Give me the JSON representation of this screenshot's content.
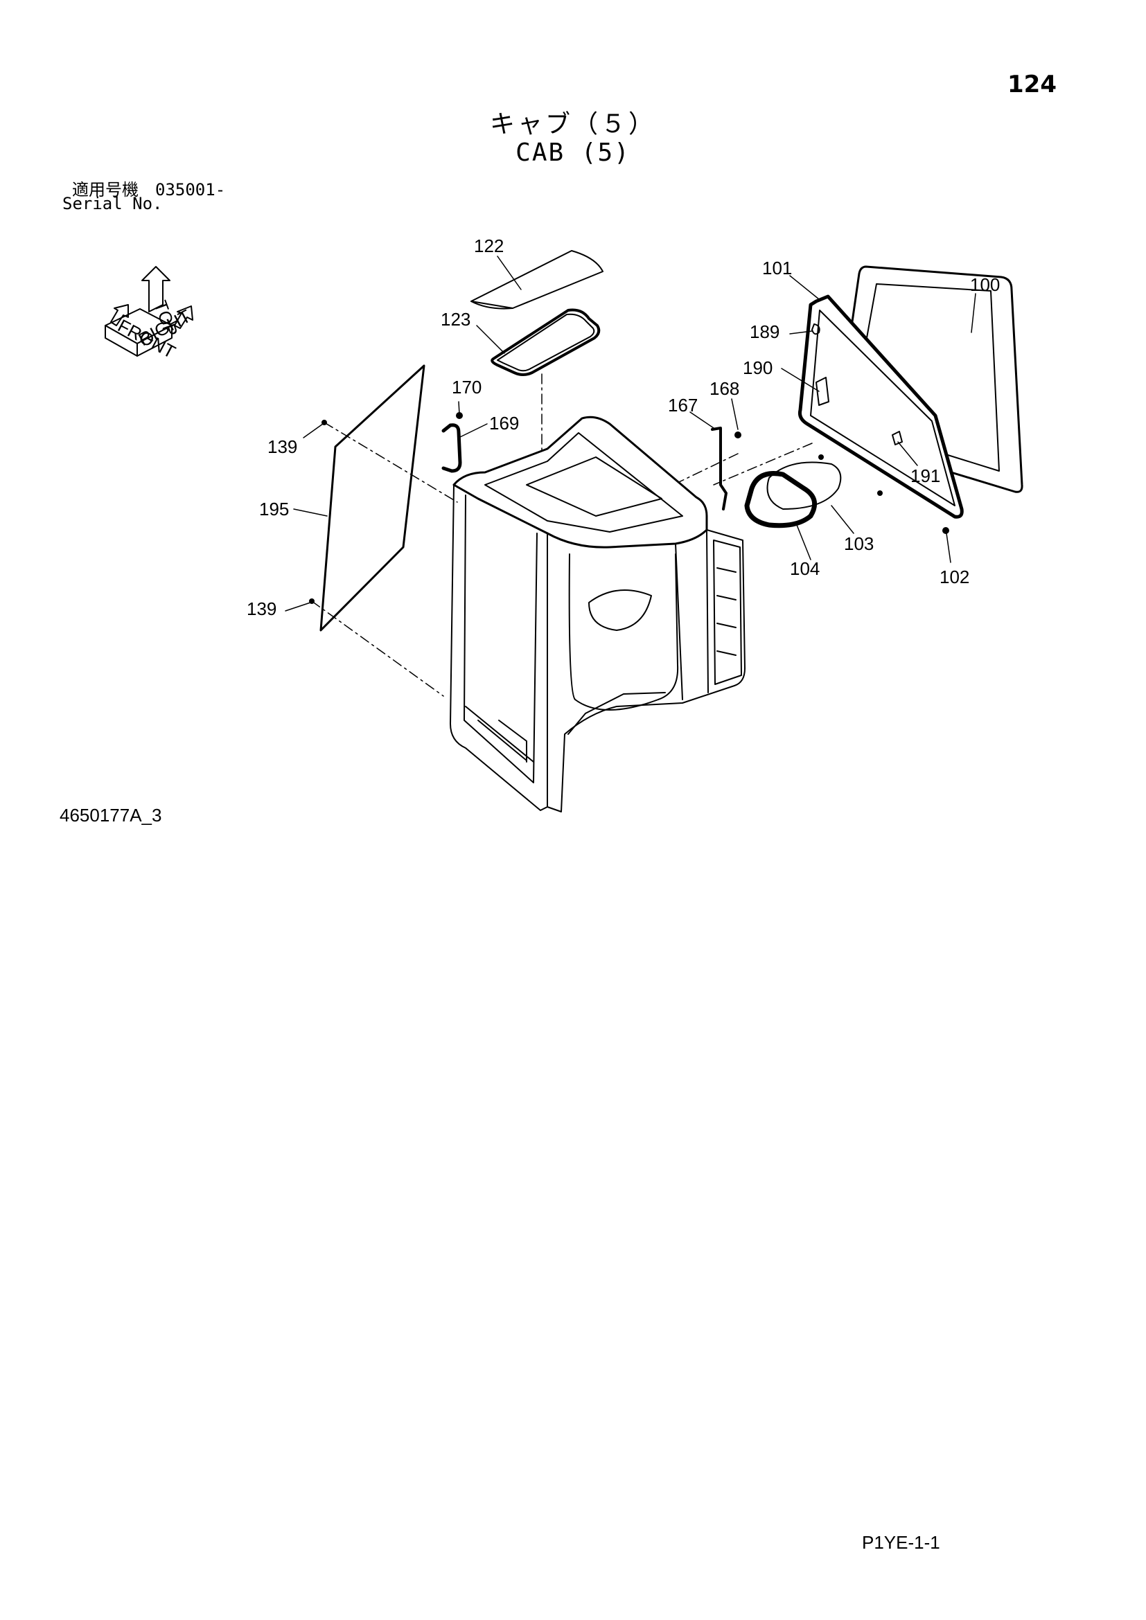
{
  "page_number": "124",
  "title_jp": "キャブ（５）",
  "title_en": "CAB (5)",
  "serial_label_jp": "適用号機　035001-",
  "serial_label_en": "Serial No.",
  "drawing_number": "4650177A_3",
  "page_code": "P1YE-1-1",
  "orientation_labels": {
    "top": "TOP",
    "front": "FRONT",
    "right": "RIGHT"
  },
  "callouts": [
    {
      "id": "c122",
      "label": "122"
    },
    {
      "id": "c123",
      "label": "123"
    },
    {
      "id": "c101",
      "label": "101"
    },
    {
      "id": "c100",
      "label": "100"
    },
    {
      "id": "c189",
      "label": "189"
    },
    {
      "id": "c190",
      "label": "190"
    },
    {
      "id": "c170",
      "label": "170"
    },
    {
      "id": "c169",
      "label": "169"
    },
    {
      "id": "c167",
      "label": "167"
    },
    {
      "id": "c168",
      "label": "168"
    },
    {
      "id": "c139a",
      "label": "139"
    },
    {
      "id": "c195",
      "label": "195"
    },
    {
      "id": "c191",
      "label": "191"
    },
    {
      "id": "c103",
      "label": "103"
    },
    {
      "id": "c104",
      "label": "104"
    },
    {
      "id": "c102",
      "label": "102"
    },
    {
      "id": "c139b",
      "label": "139"
    }
  ]
}
